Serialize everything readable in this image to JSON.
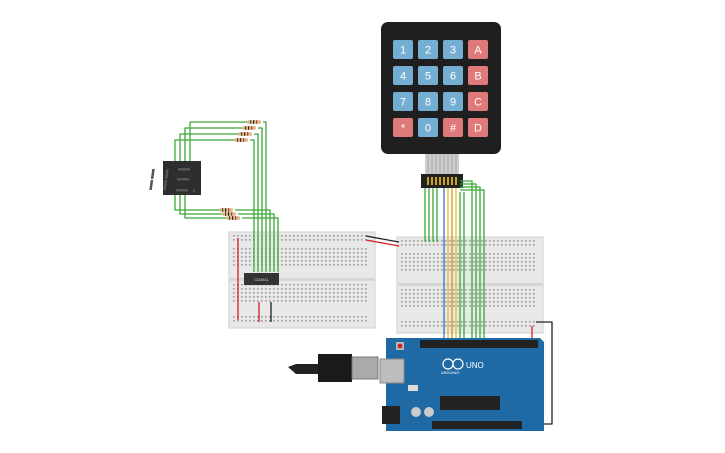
{
  "keypad": {
    "keys": [
      {
        "label": "1",
        "type": "digit"
      },
      {
        "label": "2",
        "type": "digit"
      },
      {
        "label": "3",
        "type": "digit"
      },
      {
        "label": "A",
        "type": "letter"
      },
      {
        "label": "4",
        "type": "digit"
      },
      {
        "label": "5",
        "type": "digit"
      },
      {
        "label": "6",
        "type": "digit"
      },
      {
        "label": "B",
        "type": "letter"
      },
      {
        "label": "7",
        "type": "digit"
      },
      {
        "label": "8",
        "type": "digit"
      },
      {
        "label": "9",
        "type": "digit"
      },
      {
        "label": "C",
        "type": "letter"
      },
      {
        "label": "*",
        "type": "letter"
      },
      {
        "label": "0",
        "type": "digit"
      },
      {
        "label": "#",
        "type": "letter"
      },
      {
        "label": "D",
        "type": "letter"
      }
    ]
  },
  "decoder_chip": {
    "label": "CD4511"
  },
  "arduino": {
    "brand": "ARDUINO",
    "model": "UNO"
  },
  "colors": {
    "keypad_body": "#1f1f1f",
    "digit_key": "#74aed2",
    "letter_key": "#e07a7a",
    "breadboard": "#e8e8e8",
    "arduino_board": "#1f6aa5",
    "wire_green": "#3aa83a",
    "wire_blue": "#3a6fd0",
    "wire_yellow": "#e0c020",
    "wire_orange": "#e08a20",
    "wire_red": "#d02020",
    "wire_black": "#202020"
  }
}
